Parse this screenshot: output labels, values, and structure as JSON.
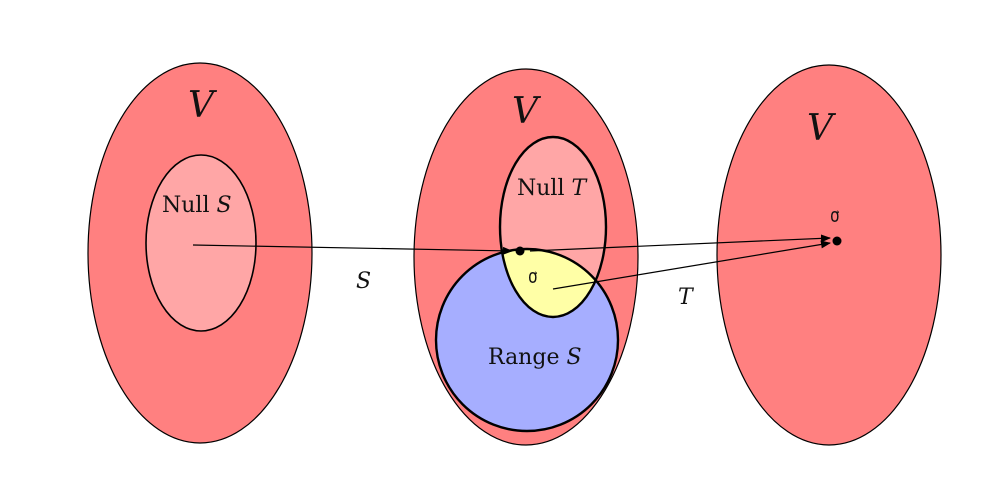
{
  "spaces": [
    {
      "id": "left",
      "label": "V",
      "subset_prefix": "Null ",
      "subset_var": "S"
    },
    {
      "id": "middle",
      "label": "V",
      "subset1_prefix": "Null ",
      "subset1_var": "T",
      "subset2_prefix": "Range ",
      "subset2_var": "S",
      "zero": "0⃗"
    },
    {
      "id": "right",
      "label": "V",
      "zero": "0⃗"
    }
  ],
  "maps": [
    {
      "id": "S",
      "label": "S"
    },
    {
      "id": "T",
      "label": "T"
    }
  ],
  "colors": {
    "space_fill": "#ff8080",
    "null_fill": "#ffa6a6",
    "range_fill": "#a6aeff",
    "intersection_fill": "#ffffa6",
    "stroke": "#000000"
  }
}
